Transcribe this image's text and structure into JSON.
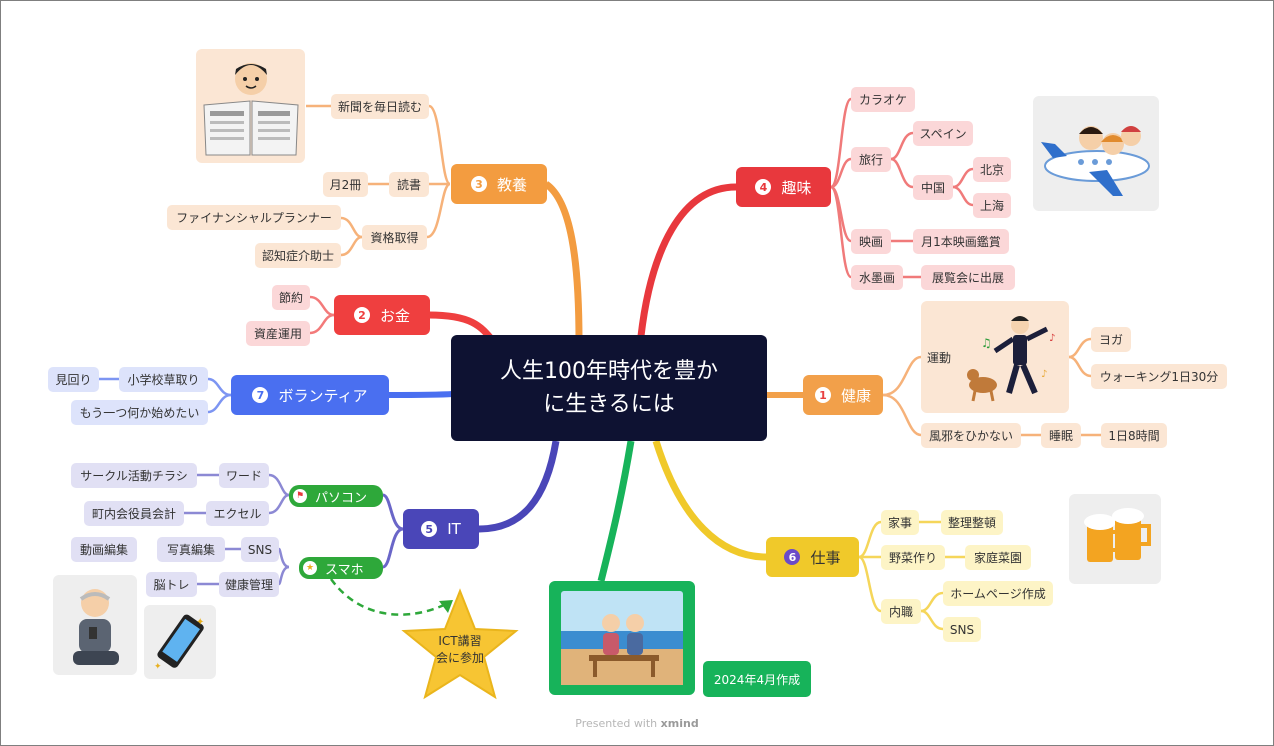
{
  "center": {
    "line1": "人生100年時代を豊か",
    "line2": "に生きるには"
  },
  "branches": {
    "kyoyo": {
      "num": "3",
      "label": "教養",
      "color": "#f39c40"
    },
    "okane": {
      "num": "2",
      "label": "お金",
      "color": "#ef3f3f"
    },
    "volunteer": {
      "num": "7",
      "label": "ボランティア",
      "color": "#4a6ff0"
    },
    "it": {
      "num": "5",
      "label": "IT",
      "color": "#4a46b8"
    },
    "shumi": {
      "num": "4",
      "label": "趣味",
      "color": "#e8383d"
    },
    "kenko": {
      "num": "1",
      "label": "健康",
      "color": "#f2a04a"
    },
    "shigoto": {
      "num": "6",
      "label": "仕事",
      "color": "#f0c92a"
    }
  },
  "kyoyo": {
    "shinbun": "新聞を毎日読む",
    "dokusho": "読書",
    "tsuki2": "月2冊",
    "shikaku": "資格取得",
    "fp": "ファイナンシャルプランナー",
    "ninchi": "認知症介助士"
  },
  "okane": {
    "setsuyaku": "節約",
    "shisan": "資産運用"
  },
  "volunteer": {
    "shogakko": "小学校草取り",
    "mimawari": "見回り",
    "mou": "もう一つ何か始めたい"
  },
  "it": {
    "pc": "パソコン",
    "sumaho": "スマホ",
    "word": "ワード",
    "circle": "サークル活動チラシ",
    "excel": "エクセル",
    "kaikei": "町内会役員会計",
    "sns": "SNS",
    "shashin": "写真編集",
    "doga": "動画編集",
    "kenko": "健康管理",
    "notore": "脳トレ"
  },
  "star": {
    "line1": "ICT講習",
    "line2": "会に参加"
  },
  "shumi": {
    "karaoke": "カラオケ",
    "ryoko": "旅行",
    "spain": "スペイン",
    "china": "中国",
    "beijing": "北京",
    "shanghai": "上海",
    "eiga": "映画",
    "eiga_child": "月1本映画鑑賞",
    "suibokuga": "水墨画",
    "tenran": "展覧会に出展"
  },
  "kenko": {
    "undo": "運動",
    "yoga": "ヨガ",
    "walking": "ウォーキング1日30分",
    "kaze": "風邪をひかない",
    "suimin": "睡眠",
    "hachijikan": "1日8時間"
  },
  "shigoto": {
    "kaji": "家事",
    "seiri": "整理整頓",
    "yasai": "野菜作り",
    "katei": "家庭菜園",
    "naishoku": "内職",
    "homepage": "ホームページ作成",
    "sns": "SNS"
  },
  "date_badge": "2024年4月作成",
  "footer": {
    "text": "Presented with",
    "brand": "xmind"
  },
  "colors": {
    "center": "#0e1232",
    "badge": "#2ea83a",
    "star": "#f7c533"
  }
}
